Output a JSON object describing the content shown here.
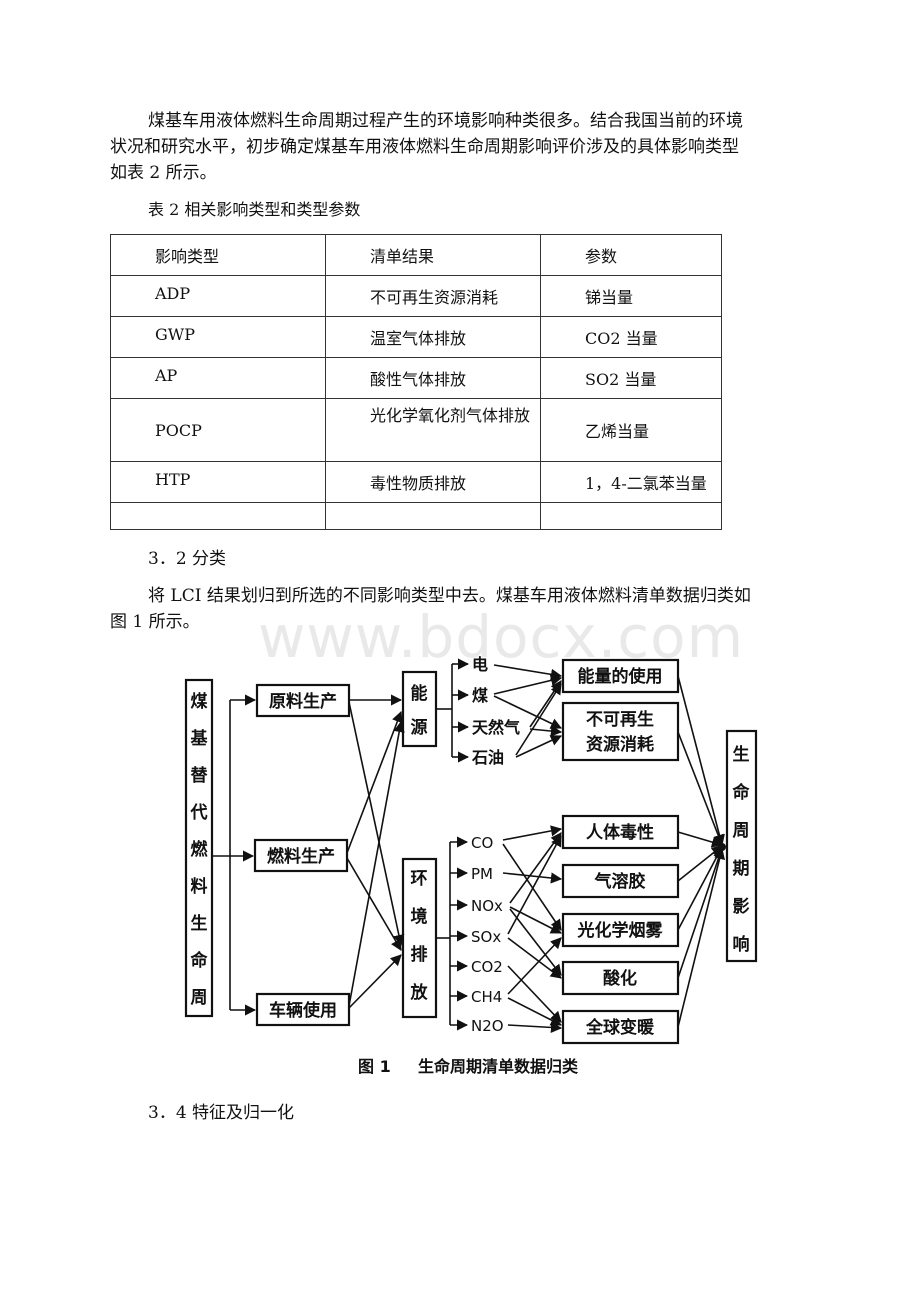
{
  "intro_lines": [
    "煤基车用液体燃料生命周期过程产生的环境影响种类很多。结合我国当前的环境",
    "状况和研究水平，初步确定煤基车用液体燃料生命周期影响评价涉及的具体影响类型",
    "如表 2 所示。"
  ],
  "table_caption": "表 2 相关影响类型和类型参数",
  "table": {
    "headers": [
      "影响类型",
      "清单结果",
      "参数"
    ],
    "rows": [
      [
        "ADP",
        "不可再生资源消耗",
        "锑当量"
      ],
      [
        "GWP",
        "温室气体排放",
        "CO2 当量"
      ],
      [
        "AP",
        "酸性气体排放",
        "SO2 当量"
      ],
      [
        "POCP",
        "光化学氧化剂气体排放",
        "乙烯当量"
      ],
      [
        "HTP",
        "毒性物质排放",
        "1，4-二氯苯当量"
      ],
      [
        "",
        "",
        ""
      ]
    ]
  },
  "section_32": "3．2 分类",
  "classify_lines": [
    "将 LCI 结果划归到所选的不同影响类型中去。煤基车用液体燃料清单数据归类如",
    "图 1 所示。"
  ],
  "watermark": "www.bdocx.com",
  "figure": {
    "source": "煤基替代燃料生命周",
    "stages": [
      "原料生产",
      "燃料生产",
      "车辆使用"
    ],
    "energy_box": "能源",
    "emission_box": "环境排放",
    "energy_items": [
      "电",
      "煤",
      "天然气",
      "石油"
    ],
    "emission_items": [
      "CO",
      "PM",
      "NOx",
      "SOx",
      "CO2",
      "CH4",
      "N2O"
    ],
    "impacts": [
      "能量的使用",
      "不可再生资源消耗",
      "人体毒性",
      "气溶胶",
      "光化学烟雾",
      "酸化",
      "全球变暖"
    ],
    "result": "生命周期影响",
    "caption_num": "图 1",
    "caption_text": "生命周期清单数据归类"
  },
  "section_34": "3．4 特征及归一化"
}
